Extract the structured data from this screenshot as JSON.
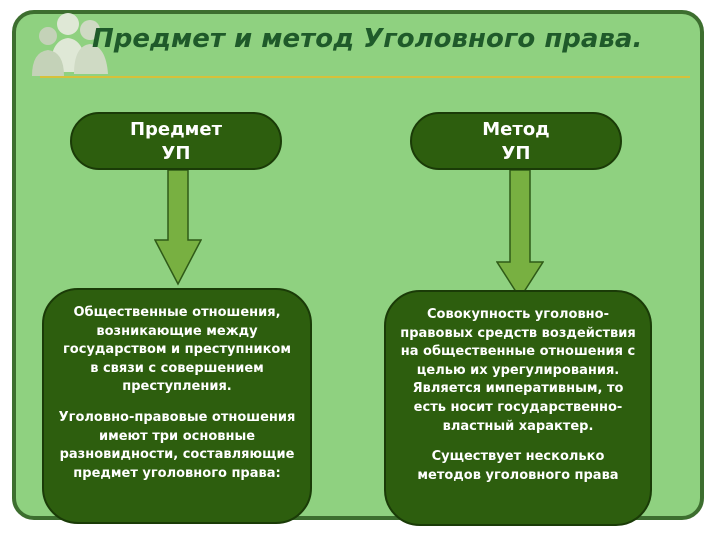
{
  "title": "Предмет и метод Уголовного права.",
  "left": {
    "header_line1": "Предмет",
    "header_line2": "УП",
    "paragraph1": "Общественные отношения, возникающие между государством и преступником в связи с совершением преступления.",
    "paragraph2": "Уголовно-правовые отношения имеют три основные разновидности, составляющие предмет уголовного права:"
  },
  "right": {
    "header_line1": "Метод",
    "header_line2": "УП",
    "paragraph1": "Совокупность уголовно-правовых средств воздействия на общественные отношения с целью их урегулирования. Является императивным, то есть носит государственно-властный характер.",
    "paragraph2": "Существует несколько методов уголовного права"
  },
  "colors": {
    "background": "#8fd180",
    "border": "#3d6e2f",
    "node_fill": "#2d5e0e",
    "arrow_fill": "#78b041",
    "title": "#1f5a2a",
    "title_rule": "#d6c13a"
  },
  "icons": {
    "logo": "people-group-icon",
    "arrows": "arrow-down-icon"
  }
}
